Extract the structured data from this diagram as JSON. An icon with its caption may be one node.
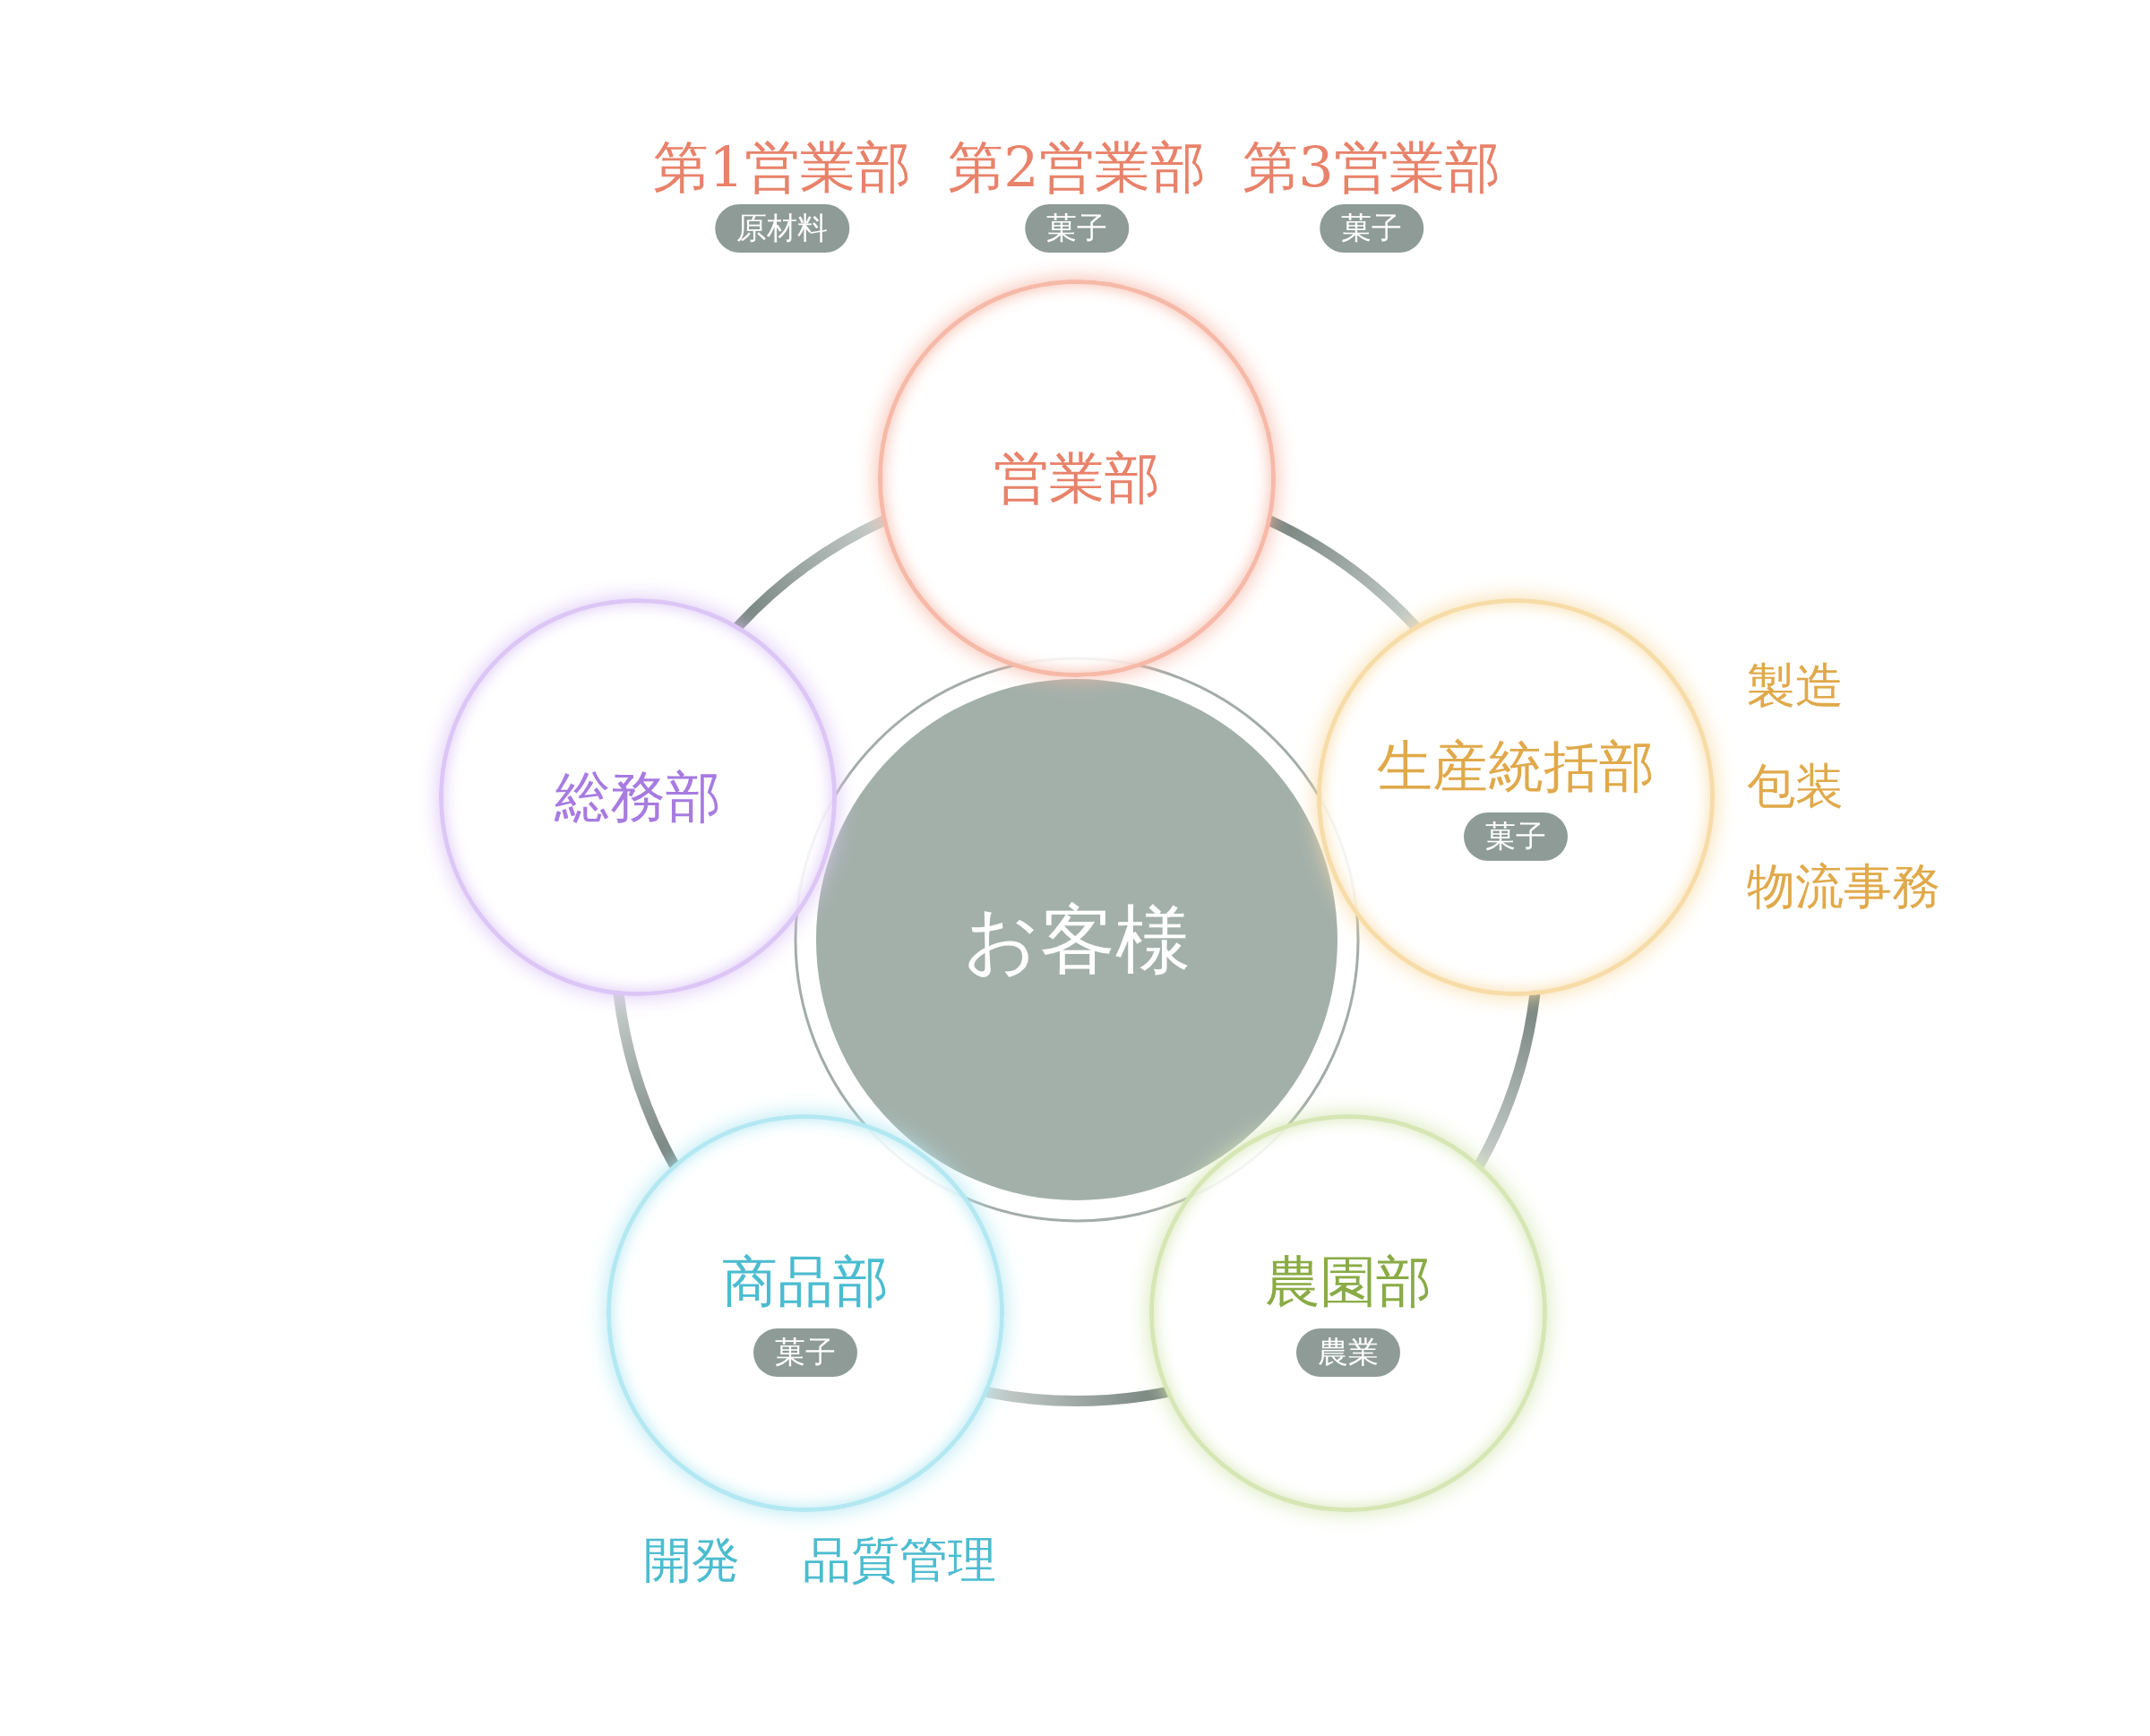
{
  "diagram": {
    "nodes": [
      {
        "text": [
          "お客様"
        ]
      },
      {
        "text": [
          "営業部"
        ]
      },
      {
        "text": [
          "生産統括部",
          "菓子"
        ],
        "beside": [
          "製造",
          "包装",
          "物流事務"
        ]
      },
      {
        "text": [
          "農園部",
          "農業"
        ]
      },
      {
        "text": [
          "商品部",
          "菓子"
        ],
        "beside": [
          "開発",
          "品質管理"
        ]
      },
      {
        "text": [
          "総務部"
        ]
      },
      {
        "text": [
          "第1営業部",
          "原材料"
        ]
      },
      {
        "text": [
          "第2営業部",
          "菓子"
        ]
      },
      {
        "text": [
          "第3営業部",
          "菓子"
        ]
      }
    ],
    "edges": [
      {
        "from": 1,
        "to": 2,
        "arrow": "none"
      },
      {
        "from": 2,
        "to": 3,
        "arrow": "none"
      },
      {
        "from": 3,
        "to": 4,
        "arrow": "none"
      },
      {
        "from": 4,
        "to": 5,
        "arrow": "none"
      },
      {
        "from": 5,
        "to": 1,
        "arrow": "none"
      }
    ]
  }
}
